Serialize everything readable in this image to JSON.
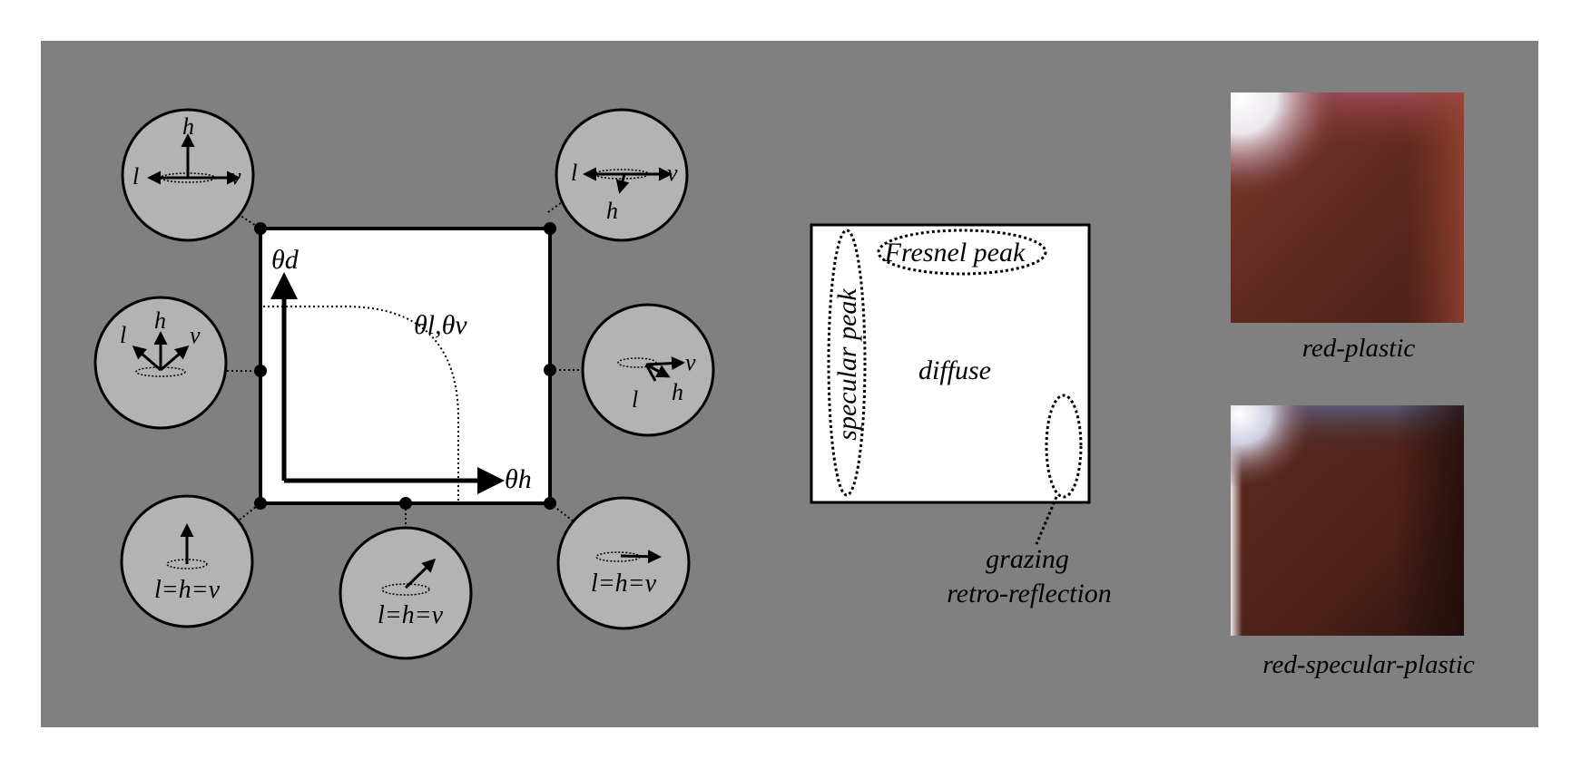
{
  "diagram_a": {
    "axis_y_label": "θd",
    "axis_x_label": "θh",
    "curve_label": "θl,θv",
    "vector_labels": {
      "l": "l",
      "h": "h",
      "v": "v"
    },
    "equal_label": "l=h=v"
  },
  "diagram_b": {
    "fresnel_label": "Fresnel peak",
    "specular_label": "specular peak",
    "diffuse_label": "diffuse",
    "grazing_line1": "grazing",
    "grazing_line2": "retro-reflection"
  },
  "materials": [
    {
      "caption": "red-plastic"
    },
    {
      "caption": "red-specular-plastic"
    }
  ],
  "colors": {
    "background": "#808080",
    "disk_fill": "#b3b3b3",
    "plastic_base": "#6a2a1f"
  }
}
